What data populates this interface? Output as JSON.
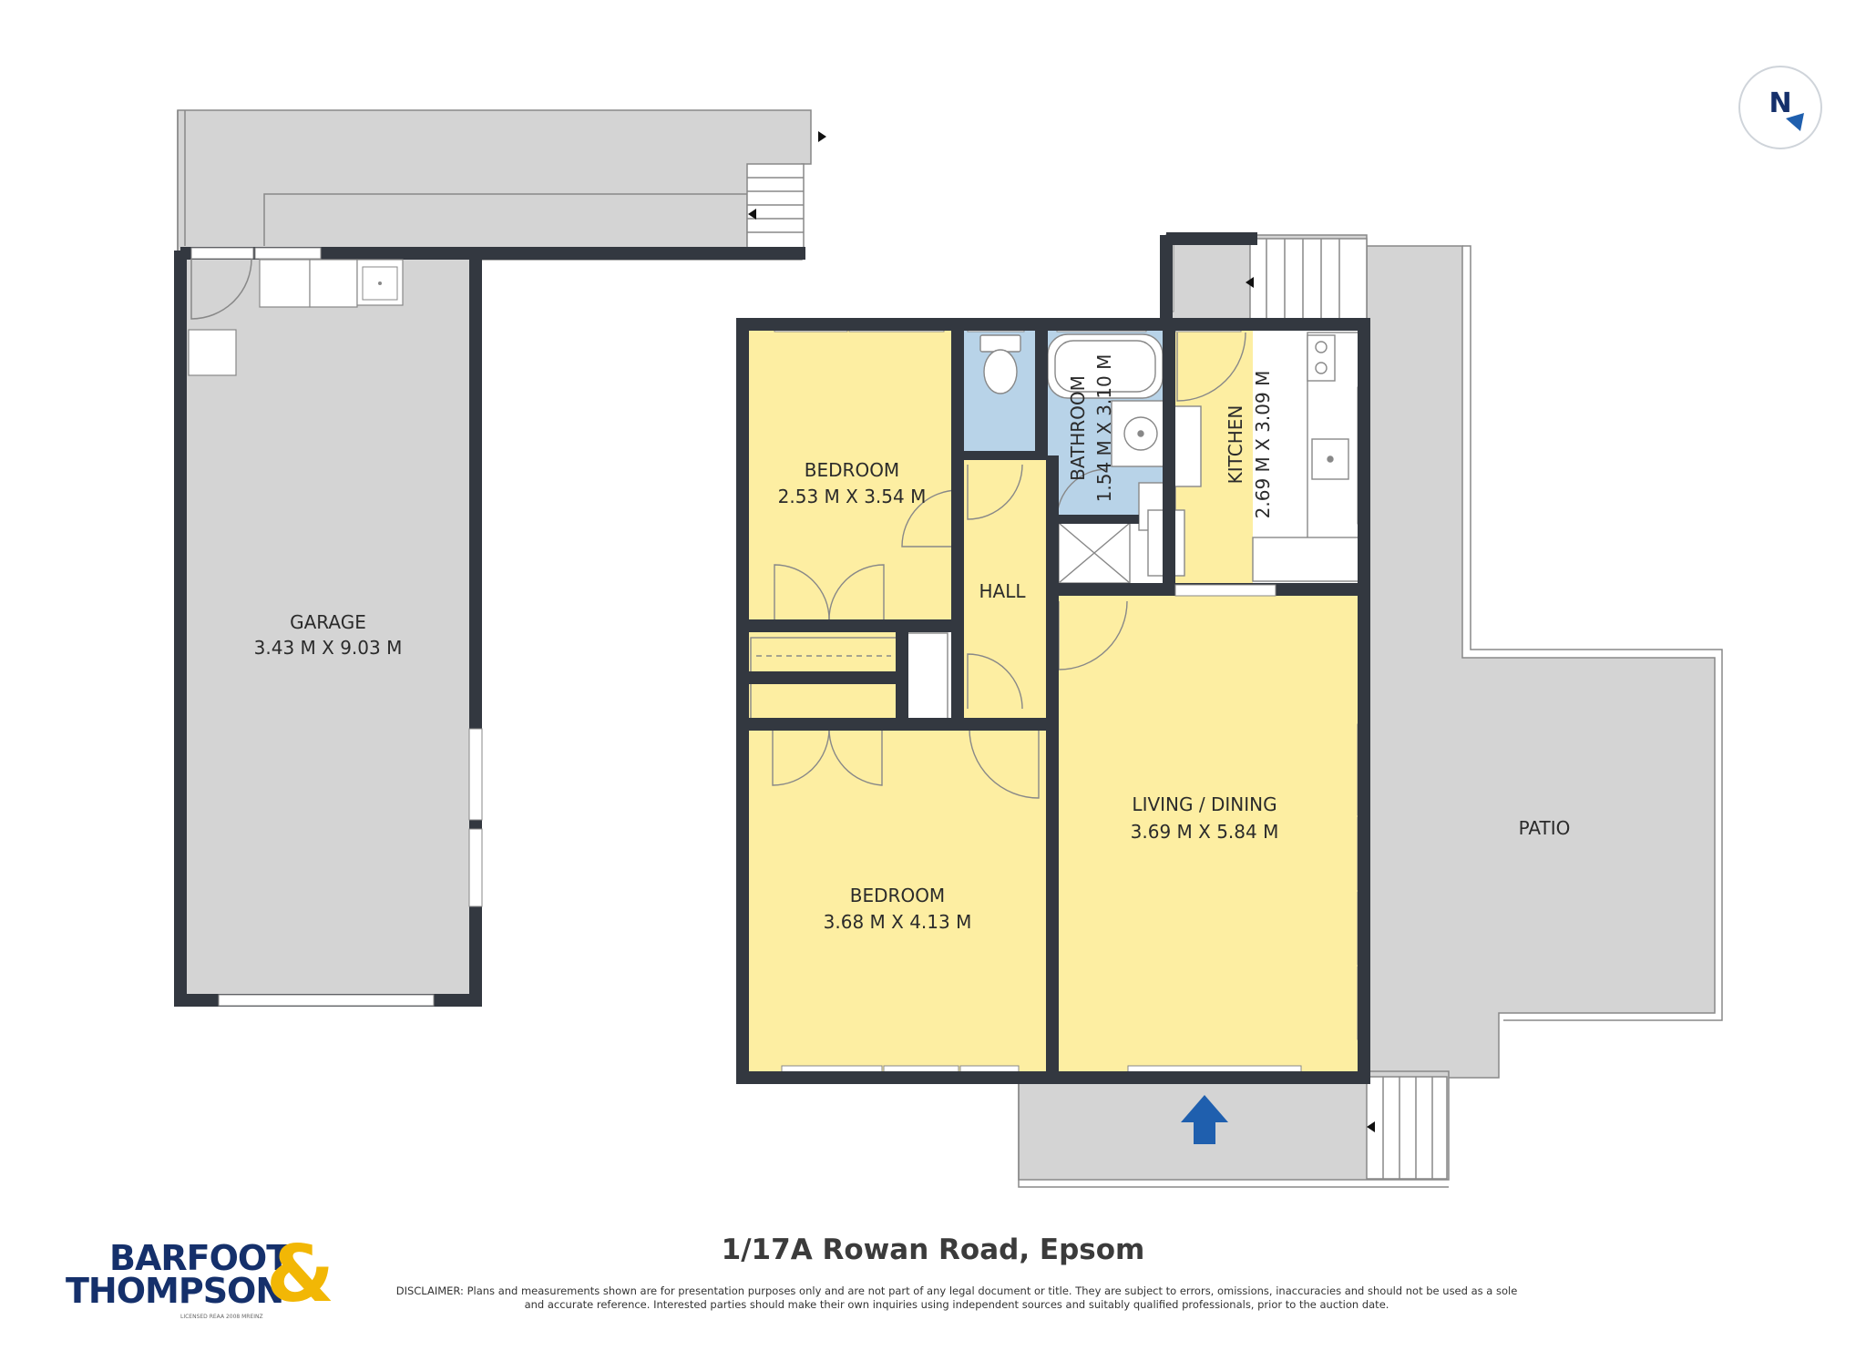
{
  "address": "1/17A Rowan Road, Epsom",
  "disclaimer": "DISCLAIMER: Plans and measurements shown are for presentation purposes only and are not part of any legal document or title. They are subject to errors, omissions, inaccuracies and should not be used as a sole and accurate reference. Interested parties should make their own inquiries using independent sources and suitably qualified professionals, prior to the auction date.",
  "compass": {
    "letter": "N"
  },
  "logo": {
    "line1": "BARFOOT",
    "line2": "THOMPSON",
    "amp": "&",
    "licence": "LICENSED REAA 2008 MREINZ"
  },
  "rooms": {
    "garage": {
      "name": "GARAGE",
      "size": "3.43 M X 9.03 M"
    },
    "bedroom1": {
      "name": "BEDROOM",
      "size": "2.53 M X 3.54 M"
    },
    "bathroom": {
      "name": "BATHROOM",
      "size": "1.54 M X 3.10 M"
    },
    "kitchen": {
      "name": "KITCHEN",
      "size": "2.69 M X 3.09 M"
    },
    "hall": {
      "name": "HALL"
    },
    "living": {
      "name": "LIVING / DINING",
      "size": "3.69 M X 5.84 M"
    },
    "bedroom2": {
      "name": "BEDROOM",
      "size": "3.68 M X 4.13 M"
    },
    "patio": {
      "name": "PATIO"
    }
  },
  "colors": {
    "wall": "#333840",
    "room_yellow": "#fdeea2",
    "bathroom_blue": "#b8d3e8",
    "exterior_grey": "#d4d4d4",
    "entry_arrow": "#1f5fae",
    "brand_navy": "#15306b",
    "brand_gold": "#f2b705"
  }
}
